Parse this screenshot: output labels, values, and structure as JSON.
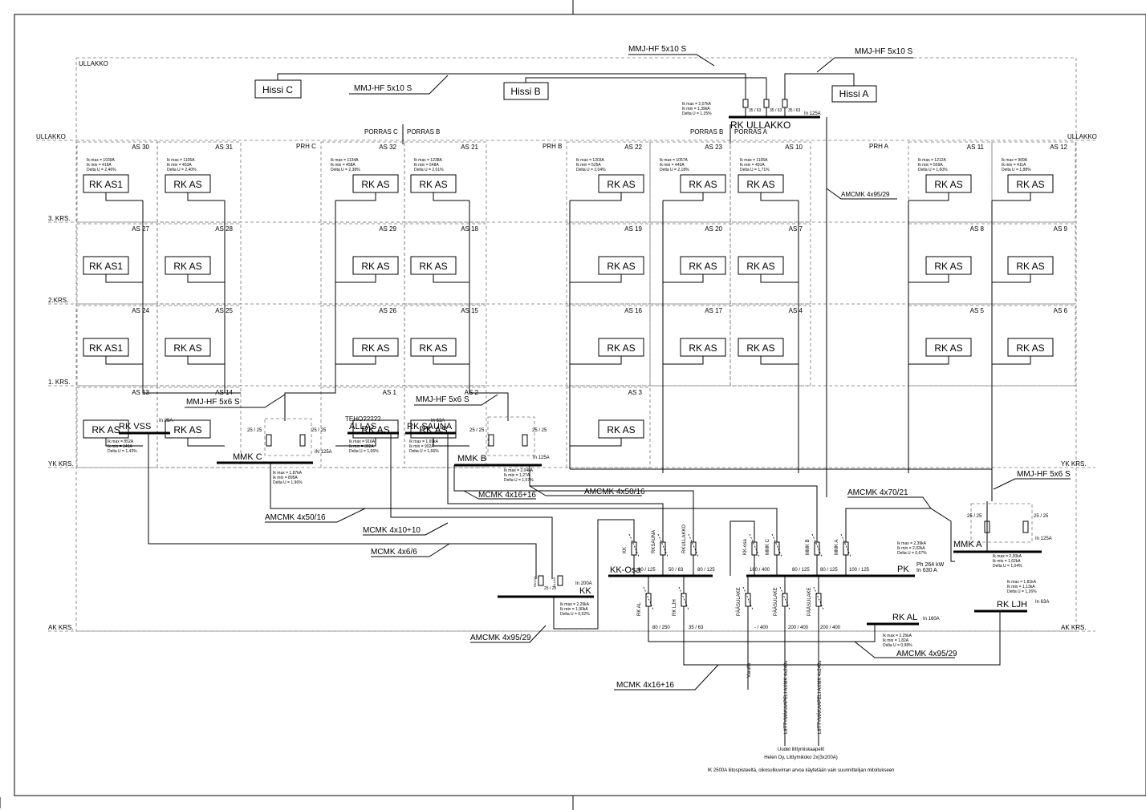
{
  "levels": {
    "ullakko": "ULLAKKO",
    "krs3": "3. KRS.",
    "krs2": "2.KRS.",
    "krs1": "1. KRS.",
    "yk": "YK KRS.",
    "ak": "AK KRS."
  },
  "porras": {
    "c": "PORRAS C",
    "b": "PORRAS B",
    "b2": "PORRAS B",
    "a": "PORRAS A"
  },
  "prh": {
    "c": "PRH C",
    "b": "PRH B",
    "a": "PRH A"
  },
  "hissi": {
    "a": "Hissi A",
    "b": "Hissi B",
    "c": "Hissi C"
  },
  "cables": {
    "mmj_top1": "MMJ-HF 5x10 S",
    "mmj_top2": "MMJ-HF 5x10 S",
    "mmj_c": "MMJ-HF 5x10 S",
    "amcmk_9529a": "AMCMK 4x95/29",
    "mmj_c_riser": "MMJ-HF 5x6 S",
    "mmj_b_riser": "MMJ-HF 5x6 S",
    "mmj_a_riser": "MMJ-HF 5x6 S",
    "mcmk_1616": "MCMK 4x16+16",
    "amcmk_5016": "AMCMK 4x50/16",
    "amcmk_5016b": "AMCMK 4x50/16",
    "mcmk_1010": "MCMK 4x10+10",
    "mcmk_66": "MCMK 4x6/6",
    "amcmk_7021": "AMCMK 4x70/21",
    "amcmk_9529b": "AMCMK 4x95/29",
    "amcmk_9529c": "AMCMK 4x95/29",
    "mcmk_1616b": "MCMK 4x16+16"
  },
  "rk_ullakko": {
    "label": "RK ULLAKKO",
    "in": "In 125A",
    "ik": [
      "Ik max = 2,07kA",
      "Ik min = 1,39kA",
      "Delta U = 1,35%"
    ],
    "fuses": [
      "35 / 63",
      "35 / 63",
      "35 / 63"
    ]
  },
  "apartments": [
    {
      "as": "AS 30",
      "rk": "RK AS1",
      "ik": [
        "Ik max = 1039A",
        "Ik min = 419A",
        "Delta U = 2,46%"
      ]
    },
    {
      "as": "AS 31",
      "rk": "RK AS",
      "ik": [
        "Ik max = 1105A",
        "Ik min = 453A",
        "Delta U = 2,40%"
      ]
    },
    {
      "as": "AS 32",
      "rk": "RK AS",
      "ik": [
        "Ik max = 1134A",
        "Ik min = 458A",
        "Delta U = 2,38%"
      ]
    },
    {
      "as": "AS 21",
      "rk": "RK AS",
      "ik": [
        "Ik max = 1238A",
        "Ik min = 548A",
        "Delta U = 2,01%"
      ]
    },
    {
      "as": "AS 22",
      "rk": "RK AS",
      "ik": [
        "Ik max = 1203A",
        "Ik min = 525A",
        "Delta U = 2,04%"
      ]
    },
    {
      "as": "AS 23",
      "rk": "RK AS",
      "ik": [
        "Ik max = 1057A",
        "Ik min = 443A",
        "Delta U = 2,18%"
      ]
    },
    {
      "as": "AS 10",
      "rk": "RK AS",
      "ik": [
        "Ik max = 1105A",
        "Ik min = 491A",
        "Delta U = 1,71%"
      ]
    },
    {
      "as": "AS 11",
      "rk": "RK AS",
      "ik": [
        "Ik max = 1212A",
        "Ik min = 559A",
        "Delta U = 1,60%"
      ]
    },
    {
      "as": "AS 12",
      "rk": "RK AS",
      "ik": [
        "Ik max = 969A",
        "Ik min = 411A",
        "Delta U = 1,88%"
      ]
    },
    {
      "as": "AS 27",
      "rk": "RK AS1"
    },
    {
      "as": "AS 28",
      "rk": "RK AS"
    },
    {
      "as": "AS 29",
      "rk": "RK AS"
    },
    {
      "as": "AS 18",
      "rk": "RK AS"
    },
    {
      "as": "AS 19",
      "rk": "RK AS"
    },
    {
      "as": "AS 20",
      "rk": "RK AS"
    },
    {
      "as": "AS 7",
      "rk": "RK AS"
    },
    {
      "as": "AS 8",
      "rk": "RK AS"
    },
    {
      "as": "AS 9",
      "rk": "RK AS"
    },
    {
      "as": "AS 24",
      "rk": "RK AS1"
    },
    {
      "as": "AS 25",
      "rk": "RK AS"
    },
    {
      "as": "AS 26",
      "rk": "RK AS"
    },
    {
      "as": "AS 15",
      "rk": "RK AS"
    },
    {
      "as": "AS 16",
      "rk": "RK AS"
    },
    {
      "as": "AS 17",
      "rk": "RK AS"
    },
    {
      "as": "AS 4",
      "rk": "RK AS"
    },
    {
      "as": "AS 5",
      "rk": "RK AS"
    },
    {
      "as": "AS 6",
      "rk": "RK AS"
    },
    {
      "as": "AS 13",
      "rk": "RK AS"
    },
    {
      "as": "AS 14",
      "rk": "RK AS"
    },
    {
      "as": "AS 1",
      "rk": "RK AS"
    },
    {
      "as": "AS 2",
      "rk": "RK AS"
    },
    {
      "as": "AS 3",
      "rk": "RK AS"
    }
  ],
  "rk_vss": {
    "label": "RK VSS",
    "in": "In 25A",
    "ik": [
      "Ik max = 852A",
      "Ik min = 349A",
      "Delta U = 1,43%"
    ]
  },
  "mmk_c": {
    "label": "MMK C",
    "in": "IN 125A",
    "fuse1": "25 / 25",
    "fuse2": "25 / 25",
    "ik": [
      "Ik max = 1,87kA",
      "Ik min = 895A",
      "Delta U = 1,96%"
    ]
  },
  "allas": {
    "label": "ALLAS",
    "teho": "TEHO?????",
    "ik": [
      "Ik max = 916A",
      "Ik min = 382A",
      "Delta U = 1,66%"
    ]
  },
  "rk_sauna": {
    "label": "RK SAUNA",
    "in": "In 63A",
    "ik": [
      "Ik max = 1,69kA",
      "Ik min = 902A",
      "Delta U = 1,66%"
    ]
  },
  "mmk_b": {
    "label": "MMK B",
    "in": "In 125A",
    "fuse1": "25 / 25",
    "fuse2": "25 / 25",
    "ik": [
      "Ik max = 2,04kA",
      "Ik min = 1,27A",
      "Delta U = 1,57%"
    ]
  },
  "mmk_a": {
    "label": "MMK A",
    "in": "In 125A",
    "fuse1": "25 / 25",
    "fuse2": "25 / 25",
    "ik": [
      "Ik max = 2,30kA",
      "Ik min = 1,62kA",
      "Delta U = 1,04%"
    ]
  },
  "kk_osa": {
    "label": "KK-Osa",
    "fuses": [
      "80 / 125",
      "50 / 63",
      "80 / 125"
    ],
    "feeders": [
      "KK",
      "RKSAUNA",
      "RKULLAKKO"
    ]
  },
  "pk": {
    "label": "PK",
    "ph": "Ph 264  kW",
    "in": "In 630  A",
    "ik": [
      "Ik max = 2,39kA",
      "Ik min = 2,02kA",
      "Delta U = 0,67%"
    ],
    "fuses": [
      "160 / 400",
      "80 / 125",
      "80 / 125",
      "100 / 125"
    ],
    "feeders": [
      "KK-osa",
      "MMK C",
      "MMK B",
      "MMK A"
    ]
  },
  "kk": {
    "label": "KK",
    "in": "In 200A",
    "fuse": "25 / 25",
    "feeders": [
      "RKVSS",
      "ALLAS"
    ],
    "ik": [
      "Ik max = 2,29kA",
      "Ik min = 1,90kA",
      "Delta U = 0,92%"
    ]
  },
  "lower_feeders": {
    "rk_al": "RK AL",
    "rk_ljh": "RK LJH",
    "paasulake1": "PÄÄSULAKE",
    "paasulake2": "PÄÄSULAKE",
    "paasulake3": "PÄÄSULAKE",
    "fuses": [
      "80 / 250",
      "35 / 63",
      "- / 400",
      "200 / 400",
      "200 / 400"
    ]
  },
  "rk_al": {
    "label": "RK AL",
    "in": "In 160A",
    "ik": [
      "Ik max = 2,25kA",
      "Ik min = 1,82A",
      "Delta U = 0,98%"
    ]
  },
  "rk_ljh": {
    "label": "RK LJH",
    "in": "In 63A",
    "ik": [
      "Ik max = 1,81kA",
      "Ik min = 1,13kA",
      "Delta U = 1,26%"
    ]
  },
  "incoming": {
    "varalla": "Varalla",
    "cable1": "LIITTYMÄKAAPELI AXMK 4x240s",
    "cable2": "LIITTYMÄKAAPELI AXMK 4x240s",
    "note1": "Uudet liittymiskaapelit",
    "note2": "Helen Oy, Liittymikoko 2x(3x200A)",
    "note3": "IK 2500A liitospisteeltä, oikosulkuvirran arvoa käytetään vain suunnittelijan mitoitukseen"
  }
}
